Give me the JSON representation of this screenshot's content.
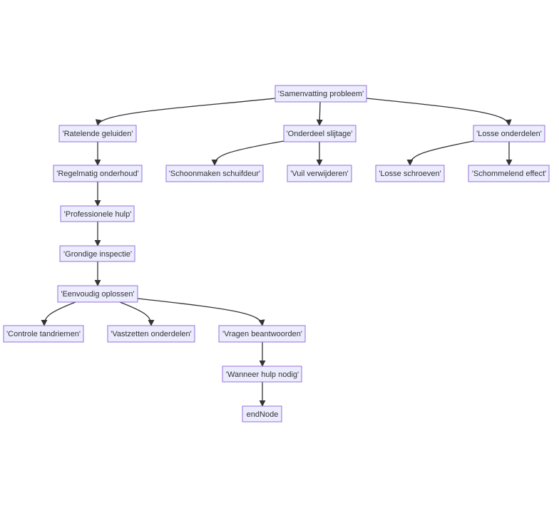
{
  "nodes": [
    {
      "id": "samenvatting",
      "label": "'Samenvatting probleem'"
    },
    {
      "id": "ratelende",
      "label": "'Ratelende geluiden'"
    },
    {
      "id": "onderdeel",
      "label": "'Onderdeel slijtage'"
    },
    {
      "id": "losse_onderdelen",
      "label": "'Losse onderdelen'"
    },
    {
      "id": "regelmatig",
      "label": "'Regelmatig onderhoud'"
    },
    {
      "id": "schoonmaken",
      "label": "'Schoonmaken schuifdeur'"
    },
    {
      "id": "vuil",
      "label": "'Vuil verwijderen'"
    },
    {
      "id": "losse_schroeven",
      "label": "'Losse schroeven'"
    },
    {
      "id": "schommelend",
      "label": "'Schommelend effect'"
    },
    {
      "id": "professionele",
      "label": "'Professionele hulp'"
    },
    {
      "id": "grondige",
      "label": "'Grondige inspectie'"
    },
    {
      "id": "eenvoudig",
      "label": "'Eenvoudig oplossen'"
    },
    {
      "id": "controle",
      "label": "'Controle tandriemen'"
    },
    {
      "id": "vastzetten",
      "label": "'Vastzetten onderdelen'"
    },
    {
      "id": "vragen",
      "label": "'Vragen beantwoorden'"
    },
    {
      "id": "wanneer",
      "label": "'Wanneer hulp nodig'"
    },
    {
      "id": "endnode",
      "label": "endNode"
    }
  ],
  "edges": [
    {
      "from": "samenvatting",
      "to": "ratelende"
    },
    {
      "from": "samenvatting",
      "to": "onderdeel"
    },
    {
      "from": "samenvatting",
      "to": "losse_onderdelen"
    },
    {
      "from": "ratelende",
      "to": "regelmatig"
    },
    {
      "from": "onderdeel",
      "to": "schoonmaken"
    },
    {
      "from": "onderdeel",
      "to": "vuil"
    },
    {
      "from": "losse_onderdelen",
      "to": "losse_schroeven"
    },
    {
      "from": "losse_onderdelen",
      "to": "schommelend"
    },
    {
      "from": "regelmatig",
      "to": "professionele"
    },
    {
      "from": "professionele",
      "to": "grondige"
    },
    {
      "from": "grondige",
      "to": "eenvoudig"
    },
    {
      "from": "eenvoudig",
      "to": "controle"
    },
    {
      "from": "eenvoudig",
      "to": "vastzetten"
    },
    {
      "from": "eenvoudig",
      "to": "vragen"
    },
    {
      "from": "vragen",
      "to": "wanneer"
    },
    {
      "from": "wanneer",
      "to": "endnode"
    }
  ]
}
